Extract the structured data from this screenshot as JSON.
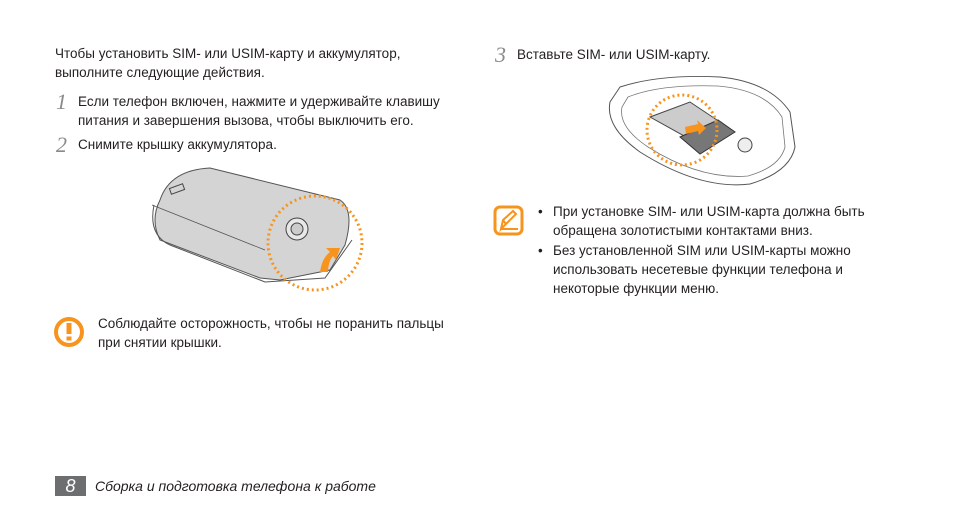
{
  "left": {
    "intro": "Чтобы установить SIM- или USIM-карту и аккумулятор, выполните следующие действия.",
    "steps": [
      {
        "number": "1",
        "text": "Если телефон включен, нажмите и удерживайте клавишу питания и завершения вызова, чтобы выключить его."
      },
      {
        "number": "2",
        "text": "Снимите крышку аккумулятора."
      }
    ],
    "warning": "Соблюдайте осторожность, чтобы не поранить пальцы при снятии крышки."
  },
  "right": {
    "step": {
      "number": "3",
      "text": "Вставьте SIM- или USIM-карту."
    },
    "notes": [
      "При установке SIM- или USIM-карта должна быть обращена золотистыми контактами вниз.",
      "Без установленной SIM или USIM-карты можно использовать несетевые функции телефона и некоторые функции меню."
    ]
  },
  "footer": {
    "page_number": "8",
    "section": "Сборка и подготовка телефона к работе"
  },
  "colors": {
    "accent": "#f7941d",
    "text": "#231f20"
  }
}
